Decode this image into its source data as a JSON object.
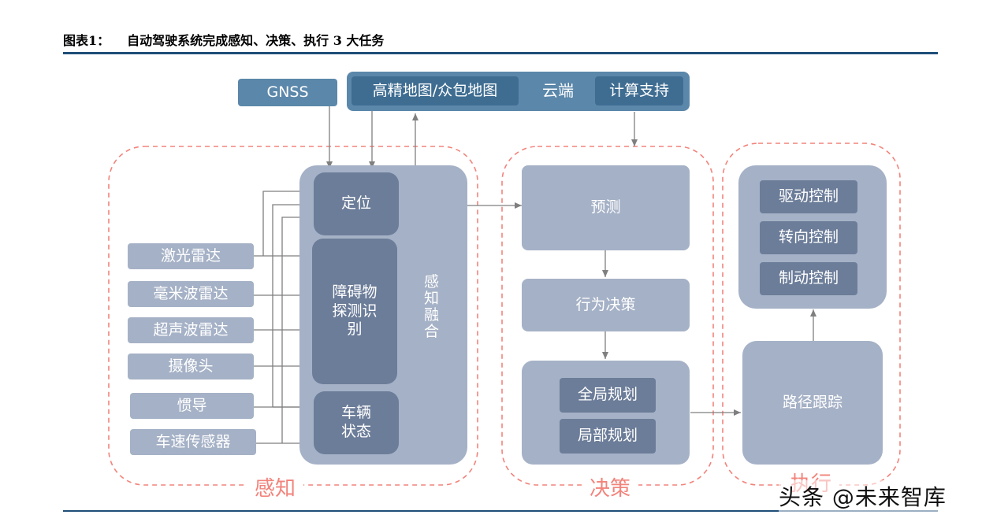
{
  "figure": {
    "label": "图表1：",
    "title": "自动驾驶系统完成感知、决策、执行 3 大任务"
  },
  "top": {
    "gnss": "GNSS",
    "cloud_map": "高精地图/众包地图",
    "cloud_label": "云端",
    "compute": "计算支持"
  },
  "sensors": [
    "激光雷达",
    "毫米波雷达",
    "超声波雷达",
    "摄像头",
    "惯导",
    "车速传感器"
  ],
  "perception": {
    "localization": "定位",
    "obstacle": "障碍物\n探测识\n别",
    "vehicle_state": "车辆\n状态",
    "fusion": "感\n知\n融\n合",
    "stage": "感知"
  },
  "decision": {
    "prediction": "预测",
    "behavior": "行为决策",
    "global_plan": "全局规划",
    "local_plan": "局部规划",
    "stage": "决策"
  },
  "execution": {
    "drive": "驱动控制",
    "steer": "转向控制",
    "brake": "制动控制",
    "path_tracking": "路径跟踪",
    "stage": "执行"
  },
  "watermark": "头条 @未来智库",
  "colors": {
    "dark_blue": "#5b87aa",
    "grey_blue": "#a5b1c6",
    "inner_box": "#6c7d99",
    "dashed_border": "#f2837b",
    "rule": "#1f4e79"
  }
}
